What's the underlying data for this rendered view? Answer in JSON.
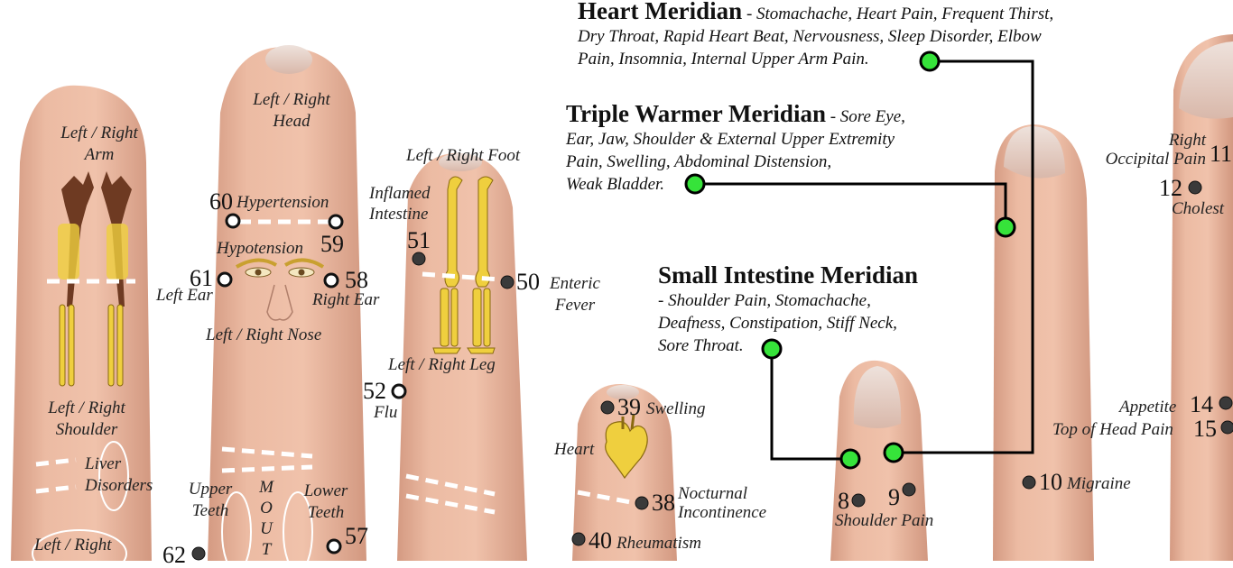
{
  "colors": {
    "skin": "#e9b49c",
    "skin_shadow": "#d69a82",
    "nail": "#e4cfc6",
    "bone": "#efcf3e",
    "active_point": "#36e33a",
    "point_dark": "#333333",
    "line": "#000000"
  },
  "meridians": {
    "heart": {
      "name": "Heart Meridian",
      "desc": "- Stomachache, Heart Pain, Frequent Thirst,",
      "desc2": "Dry Throat, Rapid Heart Beat, Nervousness, Sleep Disorder, Elbow",
      "desc3": "Pain, Insomnia, Internal Upper Arm Pain."
    },
    "triple": {
      "name": "Triple Warmer Meridian",
      "desc": "- Sore Eye,",
      "desc2": "Ear, Jaw, Shoulder & External Upper Extremity",
      "desc3": "Pain, Swelling, Abdominal Distension,",
      "desc4": "Weak Bladder."
    },
    "small": {
      "name": "Small Intestine Meridian",
      "desc": " - Shoulder Pain, Stomachache,",
      "desc2": "Deafness, Constipation, Stiff Neck,",
      "desc3": "Sore Throat."
    }
  },
  "labels": {
    "arm": "Left / Right",
    "arm2": "Arm",
    "shoulder": "Left / Right",
    "shoulder2": "Shoulder",
    "liver": "Liver",
    "liver2": "Disorders",
    "lr_partial": "Left / Right",
    "head": "Left / Right",
    "head2": "Head",
    "hypertension": "Hypertension",
    "hypotension": "Hypotension",
    "left_ear": "Left Ear",
    "right_ear": "Right Ear",
    "nose": "Left / Right Nose",
    "upper_teeth": "Upper",
    "upper_teeth2": "Teeth",
    "lower_teeth": "Lower",
    "lower_teeth2": "Teeth",
    "mouth": [
      "M",
      "O",
      "U",
      "T"
    ],
    "foot": "Left / Right Foot",
    "inflamed": "Inflamed",
    "inflamed2": "Intestine",
    "enteric": "Enteric",
    "enteric2": "Fever",
    "leg": "Left / Right Leg",
    "flu": "Flu",
    "swelling": "Swelling",
    "heart": "Heart",
    "nocturnal": "Nocturnal",
    "nocturnal2": "Incontinence",
    "rheumatism": "Rheumatism",
    "shoulder_pain": "Shoulder Pain",
    "migraine": "Migraine",
    "right_occ": "Right",
    "right_occ2": "Occipital Pain",
    "cholest": "Cholest",
    "appetite": "Appetite",
    "top_head": "Top of Head Pain"
  },
  "points": {
    "p8": "8",
    "p9": "9",
    "p10": "10",
    "p11": "11",
    "p12": "12",
    "p14": "14",
    "p15": "15",
    "p38": "38",
    "p39": "39",
    "p40": "40",
    "p50": "50",
    "p51": "51",
    "p52": "52",
    "p57": "57",
    "p58": "58",
    "p59": "59",
    "p60": "60",
    "p61": "61",
    "p62": "62"
  }
}
